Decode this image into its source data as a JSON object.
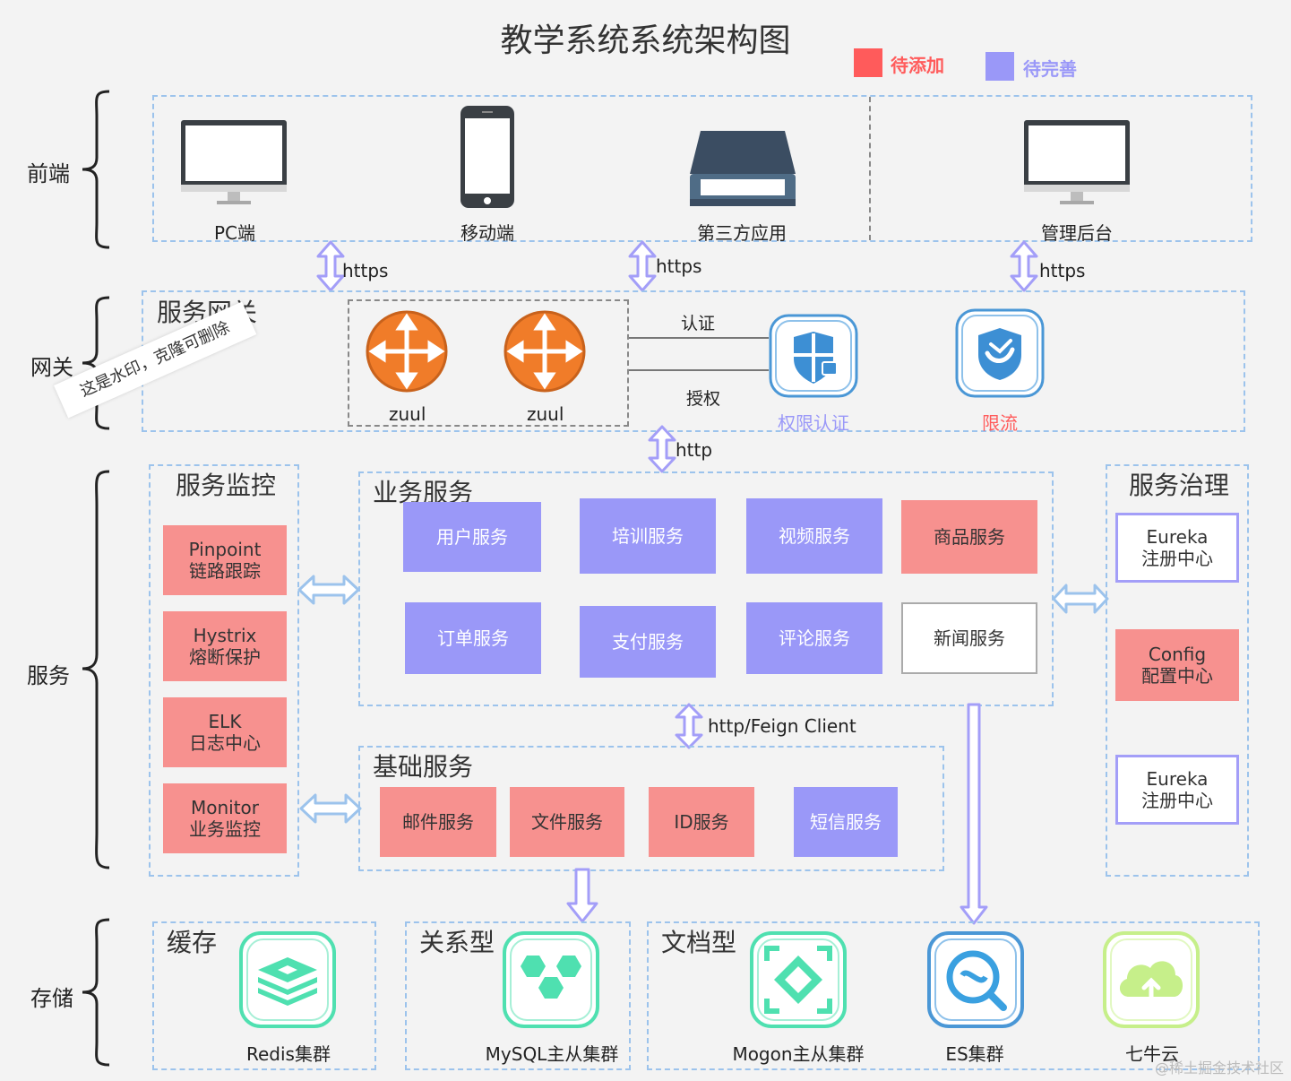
{
  "title": "教学系统系统架构图",
  "legend": [
    {
      "label": "待添加",
      "color": "#ff5b5b"
    },
    {
      "label": "待完善",
      "color": "#9a98f8"
    }
  ],
  "layers": {
    "frontend": "前端",
    "gateway": "网关",
    "service": "服务",
    "storage": "存储"
  },
  "frontend": {
    "pc": "PC端",
    "mobile": "移动端",
    "third": "第三方应用",
    "admin": "管理后台"
  },
  "protocols": {
    "https1": "https",
    "https2": "https",
    "https3": "https",
    "http": "http",
    "feign": "http/Feign Client"
  },
  "gateway": {
    "title": "服务网关",
    "zuul1": "zuul",
    "zuul2": "zuul",
    "auth_line": "认证",
    "authz_line": "授权",
    "auth_service": "权限认证",
    "rate_limit": "限流"
  },
  "watermark": "这是水印，克隆可删除",
  "monitor": {
    "title": "服务监控",
    "items": [
      {
        "name": "Pinpoint",
        "desc": "链路跟踪"
      },
      {
        "name": "Hystrix",
        "desc": "熔断保护"
      },
      {
        "name": "ELK",
        "desc": "日志中心"
      },
      {
        "name": "Monitor",
        "desc": "业务监控"
      }
    ]
  },
  "business": {
    "title": "业务服务",
    "items": [
      "用户服务",
      "培训服务",
      "视频服务",
      "商品服务",
      "订单服务",
      "支付服务",
      "评论服务",
      "新闻服务"
    ]
  },
  "base": {
    "title": "基础服务",
    "items": [
      "邮件服务",
      "文件服务",
      "ID服务",
      "短信服务"
    ]
  },
  "governance": {
    "title": "服务治理",
    "items": [
      {
        "name": "Eureka",
        "desc": "注册中心"
      },
      {
        "name": "Config",
        "desc": "配置中心"
      },
      {
        "name": "Eureka",
        "desc": "注册中心"
      }
    ]
  },
  "storage": {
    "cache_title": "缓存",
    "relational_title": "关系型",
    "document_title": "文档型",
    "redis": "Redis集群",
    "mysql": "MySQL主从集群",
    "mongo": "Mogon主从集群",
    "es": "ES集群",
    "qiniu": "七牛云"
  },
  "footer": "@稀土掘金技术社区"
}
